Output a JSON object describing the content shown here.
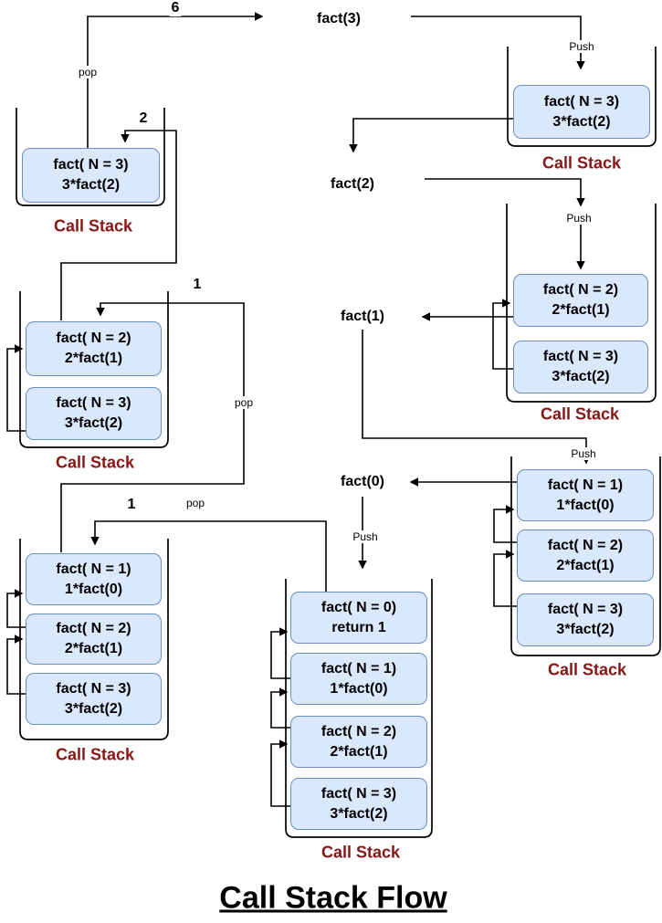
{
  "diagram_title": "Call Stack Flow",
  "colors": {
    "frame_fill": "#dae8fc",
    "frame_border": "#6c8ebf",
    "stack_label_color": "#871616",
    "line_color": "#000000",
    "background": "#ffffff"
  },
  "calls": {
    "fact3": "fact(3)",
    "fact2": "fact(2)",
    "fact1": "fact(1)",
    "fact0": "fact(0)"
  },
  "ops": {
    "push": "Push",
    "pop": "pop"
  },
  "returns": {
    "from_fact3": "6",
    "from_fact2": "2",
    "from_fact1": "1",
    "from_fact0": "1"
  },
  "stacks": [
    {
      "id": "stack-right-top",
      "label": "Call Stack",
      "frames": [
        {
          "line1": "fact( N = 3)",
          "line2": "3*fact(2)"
        }
      ]
    },
    {
      "id": "stack-right-mid",
      "label": "Call Stack",
      "frames": [
        {
          "line1": "fact( N = 2)",
          "line2": "2*fact(1)"
        },
        {
          "line1": "fact( N = 3)",
          "line2": "3*fact(2)"
        }
      ]
    },
    {
      "id": "stack-right-low",
      "label": "Call Stack",
      "frames": [
        {
          "line1": "fact( N = 1)",
          "line2": "1*fact(0)"
        },
        {
          "line1": "fact( N = 2)",
          "line2": "2*fact(1)"
        },
        {
          "line1": "fact( N = 3)",
          "line2": "3*fact(2)"
        }
      ]
    },
    {
      "id": "stack-bottom-middle",
      "label": "Call Stack",
      "frames": [
        {
          "line1": "fact( N = 0)",
          "line2": "return 1"
        },
        {
          "line1": "fact( N = 1)",
          "line2": "1*fact(0)"
        },
        {
          "line1": "fact( N = 2)",
          "line2": "2*fact(1)"
        },
        {
          "line1": "fact( N = 3)",
          "line2": "3*fact(2)"
        }
      ]
    },
    {
      "id": "stack-bottom-left",
      "label": "Call Stack",
      "frames": [
        {
          "line1": "fact( N = 1)",
          "line2": "1*fact(0)"
        },
        {
          "line1": "fact( N = 2)",
          "line2": "2*fact(1)"
        },
        {
          "line1": "fact( N = 3)",
          "line2": "3*fact(2)"
        }
      ]
    },
    {
      "id": "stack-mid-left",
      "label": "Call Stack",
      "frames": [
        {
          "line1": "fact( N = 2)",
          "line2": "2*fact(1)"
        },
        {
          "line1": "fact( N = 3)",
          "line2": "3*fact(2)"
        }
      ]
    },
    {
      "id": "stack-top-left",
      "label": "Call Stack",
      "frames": [
        {
          "line1": "fact( N = 3)",
          "line2": "3*fact(2)"
        }
      ]
    }
  ]
}
